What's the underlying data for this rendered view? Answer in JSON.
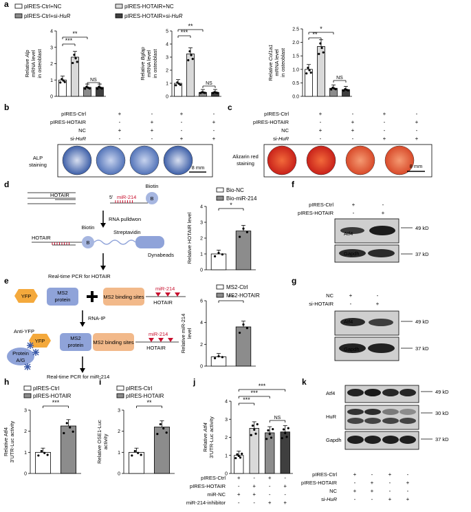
{
  "panel_letters": [
    "a",
    "b",
    "c",
    "d",
    "e",
    "f",
    "g",
    "h",
    "i",
    "j",
    "k"
  ],
  "legend_a": [
    "pIRES-Ctrl+NC",
    "pIRES-HOTAIR+NC",
    "pIRES-Ctrl+si-",
    "pIRES-HOTAIR+si-",
    "HuR"
  ],
  "colors": {
    "white": "#ffffff",
    "lightgray": "#d9d9d9",
    "gray": "#8c8c8c",
    "dark": "#3f3f3f",
    "red": "#c8102e",
    "blue": "#5b7fbf",
    "purple": "#8fa3d9",
    "orange": "#f2b98a",
    "yellow": "#f4a93c"
  },
  "chart_data": [
    {
      "id": "a1",
      "type": "bar",
      "ylabel": [
        "Relative",
        "mRNA level",
        "in osteoblast"
      ],
      "gene": "Alp",
      "values": [
        1.0,
        2.4,
        0.55,
        0.55
      ],
      "ylim": [
        0,
        4
      ],
      "yticks": [
        "0",
        "1",
        "2",
        "3",
        "4"
      ],
      "sig": [
        "***",
        "**",
        "NS"
      ]
    },
    {
      "id": "a2",
      "type": "bar",
      "ylabel": [
        "Relative",
        "mRNA level",
        "in osteoblast"
      ],
      "gene": "Bglap",
      "values": [
        1.0,
        3.25,
        0.3,
        0.3
      ],
      "ylim": [
        0,
        5
      ],
      "yticks": [
        "0",
        "1",
        "2",
        "3",
        "4",
        "5"
      ],
      "sig": [
        "***",
        "**",
        "NS"
      ]
    },
    {
      "id": "a3",
      "type": "bar",
      "ylabel": [
        "Relative",
        "mRNA level",
        "in osteoblast"
      ],
      "gene": "Col1a1",
      "values": [
        1.0,
        1.85,
        0.3,
        0.25
      ],
      "ylim": [
        0,
        2.5
      ],
      "yticks": [
        "0.0",
        "0.5",
        "1.0",
        "1.5",
        "2.0",
        "2.5"
      ],
      "sig": [
        "**",
        "*",
        "NS"
      ]
    },
    {
      "id": "d",
      "type": "bar",
      "ylabel": [
        "Relative HOTAIR level"
      ],
      "values": [
        1.0,
        2.45
      ],
      "ylim": [
        0,
        4
      ],
      "yticks": [
        "0",
        "1",
        "2",
        "3",
        "4"
      ],
      "legend": [
        "Bio-NC",
        "Bio-miR-214"
      ],
      "sig": [
        "*"
      ]
    },
    {
      "id": "e",
      "type": "bar",
      "ylabel": [
        "Relative miR-214",
        "level"
      ],
      "values": [
        0.85,
        3.6
      ],
      "ylim": [
        0,
        6
      ],
      "yticks": [
        "0",
        "2",
        "4",
        "6"
      ],
      "legend": [
        "MS2-Ctrl",
        "MS2-HOTAIR"
      ],
      "sig": [
        "**"
      ]
    },
    {
      "id": "h",
      "type": "bar",
      "ylabel": [
        "Relative Atf4",
        "3'UTR-Luc activity"
      ],
      "values": [
        1.0,
        2.25
      ],
      "ylim": [
        0,
        3
      ],
      "yticks": [
        "0",
        "1",
        "2",
        "3"
      ],
      "legend": [
        "pIRES-Ctrl",
        "pIRES-HOTAIR"
      ],
      "sig": [
        "***"
      ]
    },
    {
      "id": "i",
      "type": "bar",
      "ylabel": [
        "Relative OSE1-Luc",
        "activity"
      ],
      "values": [
        1.0,
        2.2
      ],
      "ylim": [
        0,
        3
      ],
      "yticks": [
        "0",
        "1",
        "2",
        "3"
      ],
      "legend": [
        "pIRES-Ctrl",
        "pIRES-HOTAIR"
      ],
      "sig": [
        "**"
      ]
    },
    {
      "id": "j",
      "type": "bar",
      "ylabel": [
        "Relative",
        "3'UTR-Luc activity"
      ],
      "gene": "Atf4",
      "values": [
        1.0,
        2.5,
        2.25,
        2.3
      ],
      "ylim": [
        0,
        4
      ],
      "yticks": [
        "0",
        "1",
        "2",
        "3",
        "4"
      ],
      "sig": [
        "***",
        "***",
        "***",
        "NS"
      ]
    }
  ],
  "conditions_b": {
    "rows": [
      "pIRES-Ctrl",
      "pIRES-HOTAIR",
      "NC",
      "si-"
    ],
    "gene": "HuR",
    "signs": [
      [
        "+",
        "-",
        "+",
        "-"
      ],
      [
        "-",
        "+",
        "-",
        "+"
      ],
      [
        "+",
        "+",
        "-",
        "-"
      ],
      [
        "-",
        "-",
        "+",
        "+"
      ]
    ],
    "stain": "ALP",
    "stain2": "staining",
    "scale": "8 mm"
  },
  "conditions_c": {
    "rows": [
      "pIRES-Ctrl",
      "pIRES-HOTAIR",
      "NC",
      "si-"
    ],
    "gene": "HuR",
    "signs": [
      [
        "+",
        "-",
        "+",
        "-"
      ],
      [
        "-",
        "+",
        "-",
        "+"
      ],
      [
        "+",
        "+",
        "-",
        "-"
      ],
      [
        "-",
        "-",
        "+",
        "+"
      ]
    ],
    "stain": "Alizarin red",
    "stain2": "staining",
    "scale": "8 mm"
  },
  "diagram_d": {
    "hotair": "HOTAIR",
    "five": "5'",
    "mir": "miR-214",
    "biotin": "Biotin",
    "b": "B",
    "step": "RNA pulldwon",
    "strep": "Streptavidin",
    "dyna": "Dynabeads",
    "result": "Real-time PCR for HOTAIR"
  },
  "diagram_e": {
    "yfp": "YFP",
    "ms2": "MS2",
    "protein": "protein",
    "sites": "MS2 binding sites",
    "mir": "miR-214",
    "hotair": "HOTAIR",
    "step": "RNA-IP",
    "anti": "Anti-YFP",
    "pag": "Protein",
    "pag2": "A/G",
    "result": "Real-time PCR for miR-214"
  },
  "blot_f": {
    "rows": [
      "pIRES-Ctrl",
      "pIRES-HOTAIR"
    ],
    "signs": [
      [
        "+",
        "-"
      ],
      [
        "-",
        "+"
      ]
    ],
    "bands": [
      "Atf4",
      "Gapdh"
    ],
    "sizes": [
      "49 kD",
      "37 kD"
    ]
  },
  "blot_g": {
    "rows": [
      "NC",
      "si-HOTAIR"
    ],
    "signs": [
      [
        "+",
        "-"
      ],
      [
        "-",
        "+"
      ]
    ],
    "bands": [
      "Atf4",
      "Gapdh"
    ],
    "sizes": [
      "49 kD",
      "37 kD"
    ]
  },
  "table_j": {
    "rows": [
      "pIRES-Ctrl",
      "pIRES-HOTAIR",
      "miR-NC",
      "miR-214-inhibitor"
    ],
    "signs": [
      [
        "+",
        "-",
        "+",
        "-"
      ],
      [
        "-",
        "+",
        "-",
        "+"
      ],
      [
        "+",
        "+",
        "-",
        "-"
      ],
      [
        "-",
        "-",
        "+",
        "+"
      ]
    ]
  },
  "blot_k": {
    "bands": [
      "Atf4",
      "HuR",
      "Gapdh"
    ],
    "sizes": [
      "49 kD",
      "30 kD",
      "37 kD"
    ],
    "rows": [
      "pIRES-Ctrl",
      "pIRES-HOTAIR",
      "NC",
      "si-"
    ],
    "gene": "HuR",
    "signs": [
      [
        "+",
        "-",
        "+",
        "-"
      ],
      [
        "-",
        "+",
        "-",
        "+"
      ],
      [
        "+",
        "+",
        "-",
        "-"
      ],
      [
        "-",
        "-",
        "+",
        "+"
      ]
    ]
  }
}
